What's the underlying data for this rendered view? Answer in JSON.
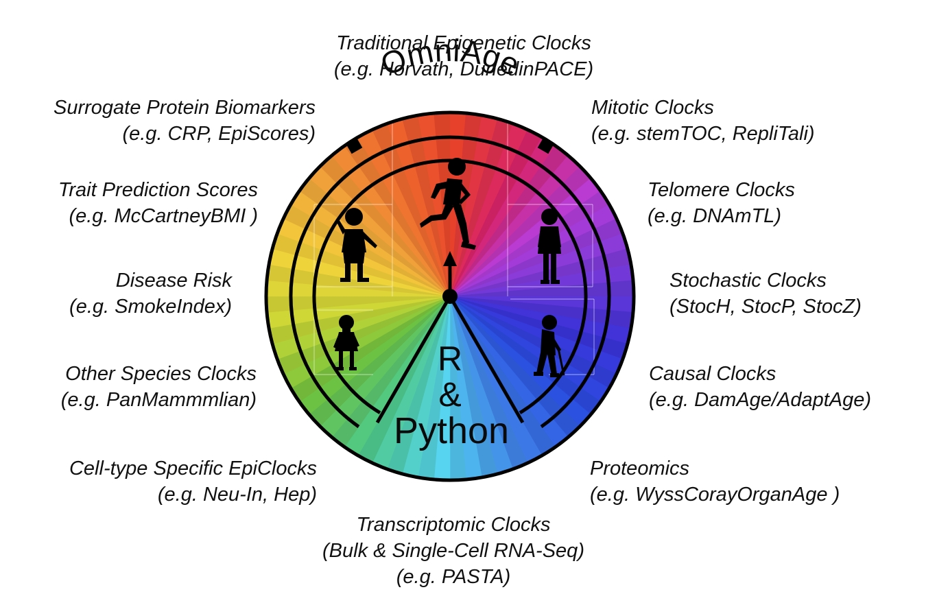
{
  "diagram": {
    "center_title": "OmniAge",
    "center_bottom": {
      "line1": "R",
      "line2": "&",
      "line3": "Python"
    },
    "figures": [
      {
        "id": "toddler",
        "icon": "toddler-silhouette-icon"
      },
      {
        "id": "child",
        "icon": "child-silhouette-icon"
      },
      {
        "id": "runner",
        "icon": "runner-silhouette-icon"
      },
      {
        "id": "adult",
        "icon": "standing-adult-silhouette-icon"
      },
      {
        "id": "elder",
        "icon": "elder-with-cane-silhouette-icon"
      }
    ],
    "wheel_colors": [
      "#e8412b",
      "#d8236a",
      "#b83cd8",
      "#7a3ad8",
      "#3a32d8",
      "#2a4ee0",
      "#3f82e8",
      "#56d4f0",
      "#4ec98c",
      "#6ec23e",
      "#cad836",
      "#f2d23a",
      "#f1a43a",
      "#ef6a2e"
    ],
    "labels": [
      {
        "lines": [
          "Traditional Epigenetic Clocks",
          "(e.g. Horvath, DunedinPACE)"
        ]
      },
      {
        "lines": [
          "Mitotic Clocks",
          "(e.g. stemTOC, RepliTali)"
        ]
      },
      {
        "lines": [
          "Telomere Clocks",
          "(e.g. DNAmTL)"
        ]
      },
      {
        "lines": [
          "Stochastic Clocks",
          "(StocH, StocP, StocZ)"
        ]
      },
      {
        "lines": [
          "Causal Clocks",
          "(e.g. DamAge/AdaptAge)"
        ]
      },
      {
        "lines": [
          "Proteomics",
          "(e.g. WyssCorayOrganAge )"
        ]
      },
      {
        "lines": [
          "Transcriptomic Clocks",
          "(Bulk & Single-Cell RNA-Seq)",
          "(e.g. PASTA)"
        ]
      },
      {
        "lines": [
          "Cell-type Specific EpiClocks",
          "(e.g. Neu-In, Hep)"
        ]
      },
      {
        "lines": [
          "Other Species Clocks",
          "(e.g. PanMammmlian)"
        ]
      },
      {
        "lines": [
          "Disease Risk",
          "(e.g. SmokeIndex)"
        ]
      },
      {
        "lines": [
          "Trait Prediction Scores",
          "(e.g. McCartneyBMI )"
        ]
      },
      {
        "lines": [
          "Surrogate Protein Biomarkers",
          "(e.g. CRP, EpiScores)"
        ]
      }
    ]
  }
}
